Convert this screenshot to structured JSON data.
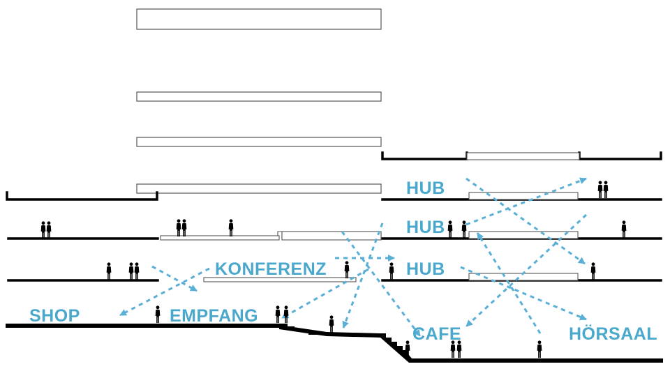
{
  "labels": {
    "shop": "SHOP",
    "empfang": "EMPFANG",
    "konferenz": "KONFERENZ",
    "hub_top": "HUB",
    "hub_middle": "HUB",
    "hub_lower": "HUB",
    "cafe": "CAFE",
    "hoersaal": "HÖRSAAL"
  },
  "colors": {
    "label": "#4aa8cc",
    "arrow": "#5aafd6",
    "structure": "#000000",
    "figure": "#000000"
  },
  "icons": [
    "person-icon",
    "dashed-arrow"
  ]
}
